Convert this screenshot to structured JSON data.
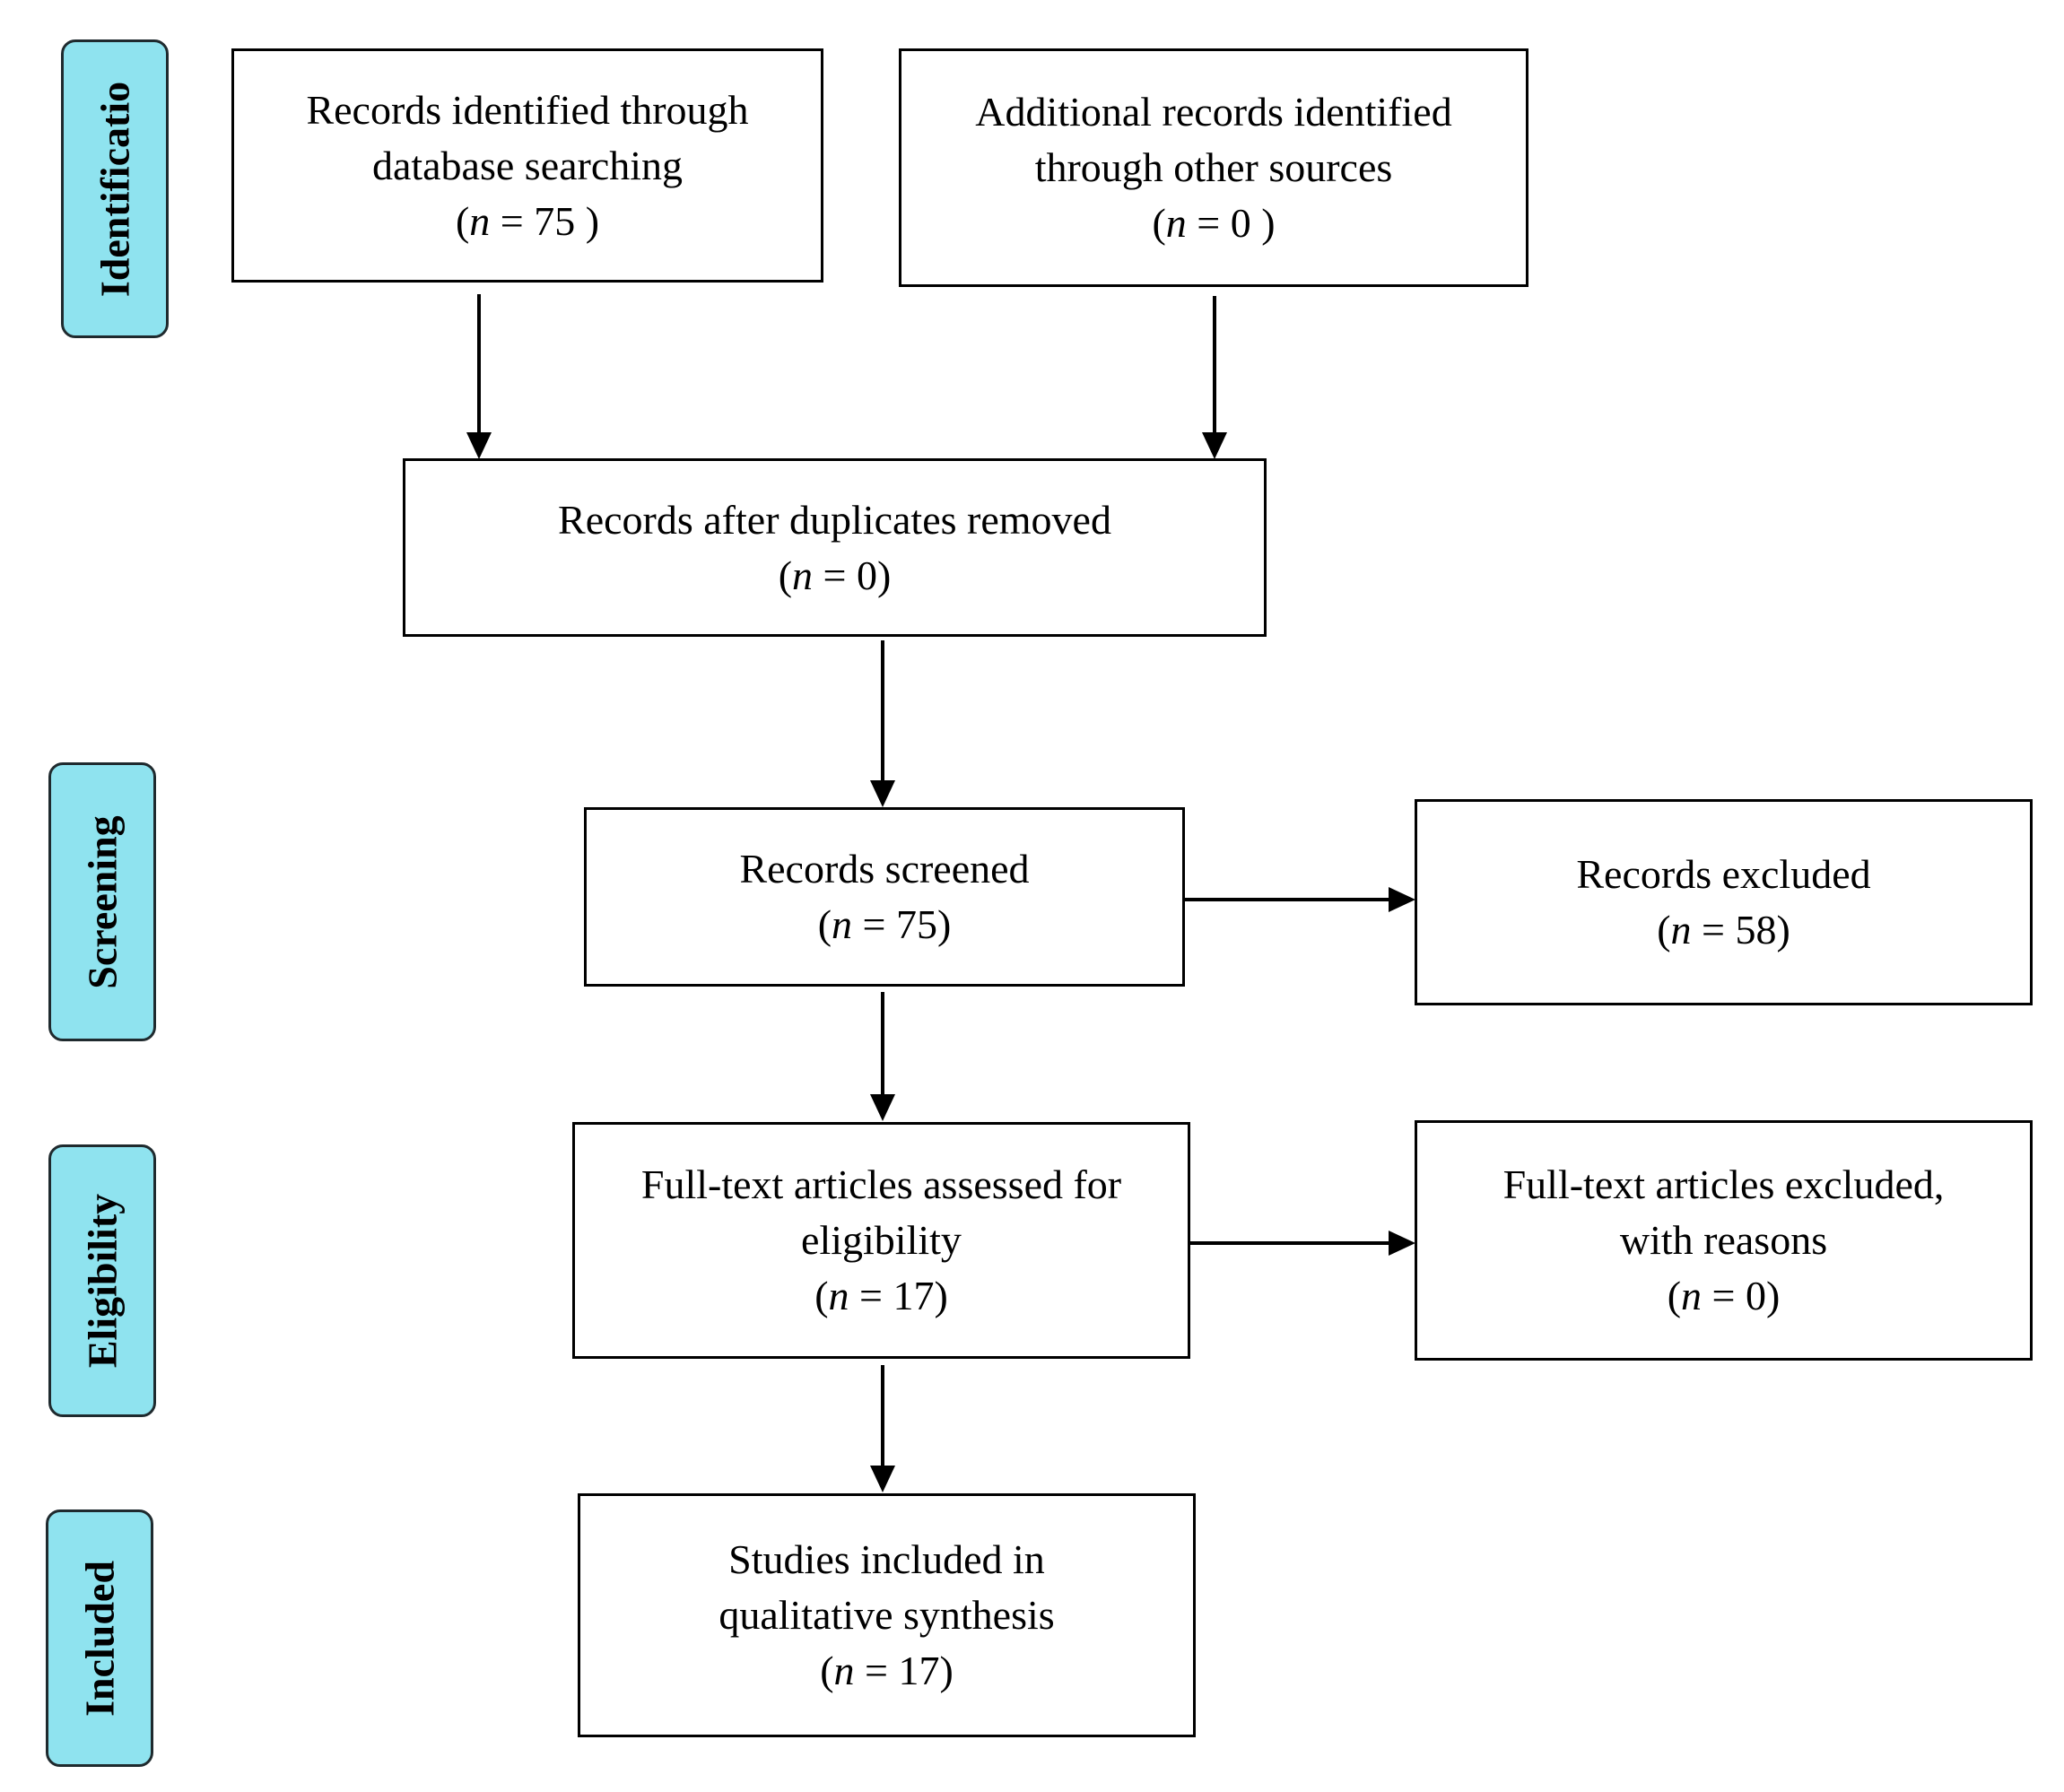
{
  "phases": {
    "identification": "Identificatio",
    "screening": "Screening",
    "eligibility": "Eligibility",
    "included": "Included"
  },
  "boxes": {
    "database": {
      "lines": [
        "Records identified through",
        "database searching"
      ],
      "count_prefix": "(",
      "count_var": "n",
      "count_rest": " = 75 )"
    },
    "other_sources": {
      "lines": [
        "Additional records identified",
        "through other sources"
      ],
      "count_prefix": "(",
      "count_var": "n",
      "count_rest": " = 0 )"
    },
    "duplicates": {
      "lines": [
        "Records after duplicates removed"
      ],
      "count_prefix": "(",
      "count_var": "n",
      "count_rest": " = 0)"
    },
    "screened": {
      "lines": [
        "Records screened"
      ],
      "count_prefix": "(",
      "count_var": "n",
      "count_rest": " = 75)"
    },
    "excluded": {
      "lines": [
        "Records excluded"
      ],
      "count_prefix": "(",
      "count_var": "n",
      "count_rest": " = 58)"
    },
    "fulltext": {
      "lines": [
        "Full-text articles assessed for",
        "eligibility"
      ],
      "count_prefix": "(",
      "count_var": "n",
      "count_rest": " = 17)"
    },
    "fulltext_excluded": {
      "lines": [
        "Full-text articles excluded,",
        "with reasons"
      ],
      "count_prefix": "(",
      "count_var": "n",
      "count_rest": " = 0)"
    },
    "included": {
      "lines": [
        "Studies included in",
        "qualitative synthesis"
      ],
      "count_prefix": "(",
      "count_var": "n",
      "count_rest": " = 17)"
    }
  },
  "colors": {
    "phase_fill": "#8fe3ef",
    "line": "#000000"
  }
}
